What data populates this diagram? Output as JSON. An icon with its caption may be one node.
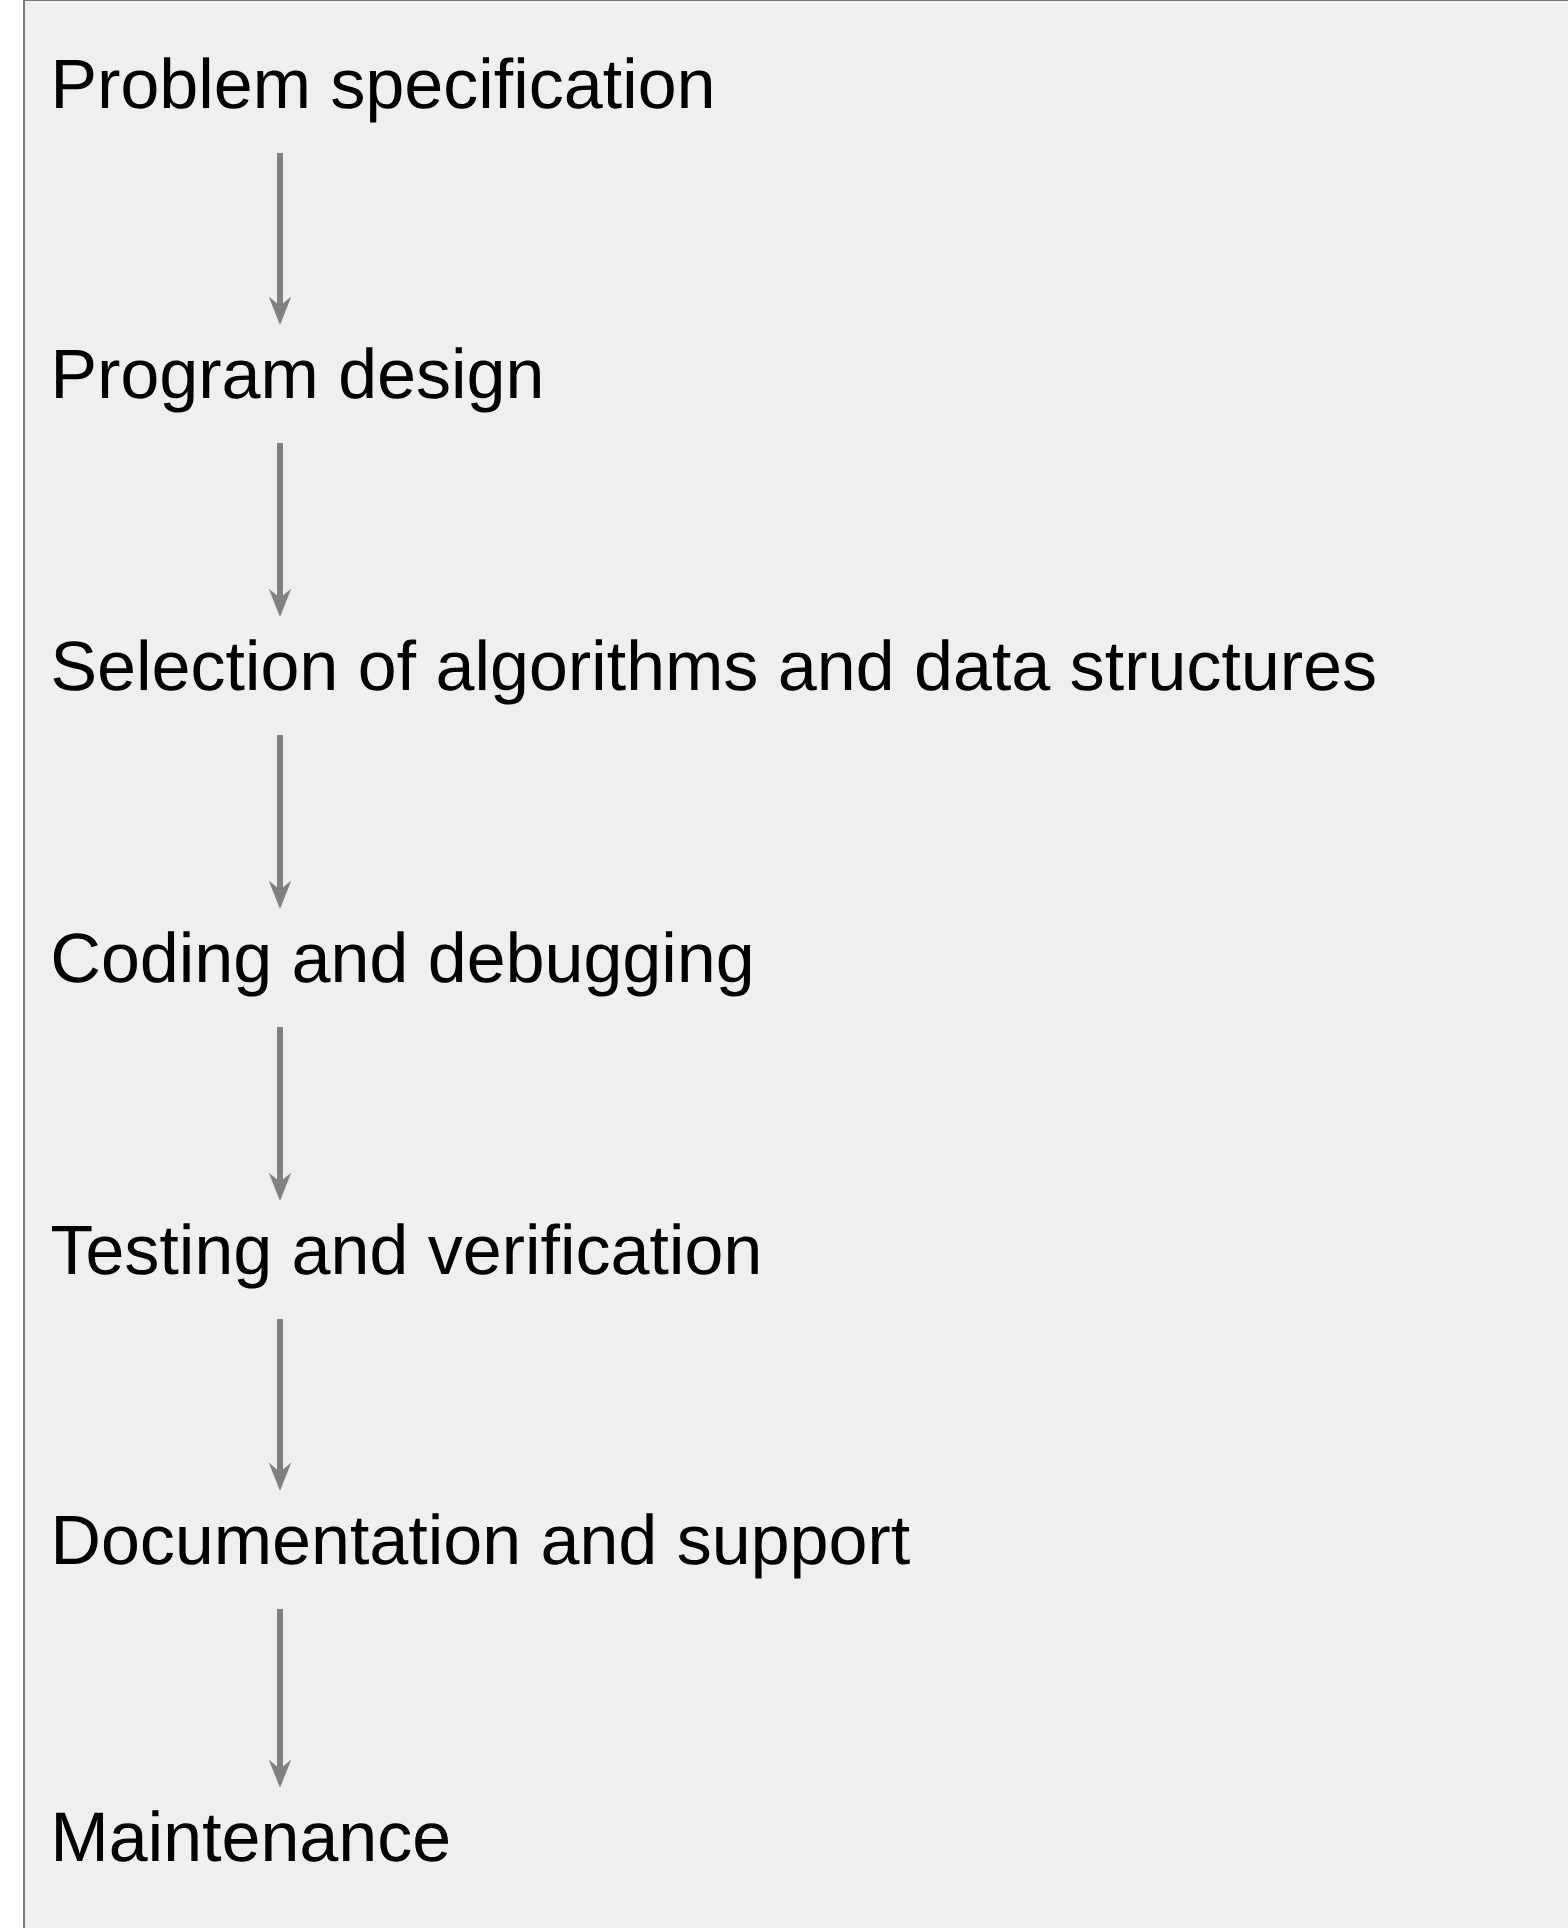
{
  "diagram": {
    "nodes": [
      {
        "text": [
          "Problem specification"
        ]
      },
      {
        "text": [
          "Program design"
        ]
      },
      {
        "text": [
          "Selection of algorithms and data structures"
        ]
      },
      {
        "text": [
          "Coding and debugging"
        ]
      },
      {
        "text": [
          "Testing and verification"
        ]
      },
      {
        "text": [
          "Documentation and support"
        ]
      },
      {
        "text": [
          "Maintenance"
        ]
      }
    ],
    "edges": [
      {
        "from": 0,
        "to": 1,
        "arrow": "to"
      },
      {
        "from": 1,
        "to": 2,
        "arrow": "to"
      },
      {
        "from": 2,
        "to": 3,
        "arrow": "to"
      },
      {
        "from": 3,
        "to": 4,
        "arrow": "to"
      },
      {
        "from": 4,
        "to": 5,
        "arrow": "to"
      },
      {
        "from": 5,
        "to": 6,
        "arrow": "to"
      }
    ]
  }
}
